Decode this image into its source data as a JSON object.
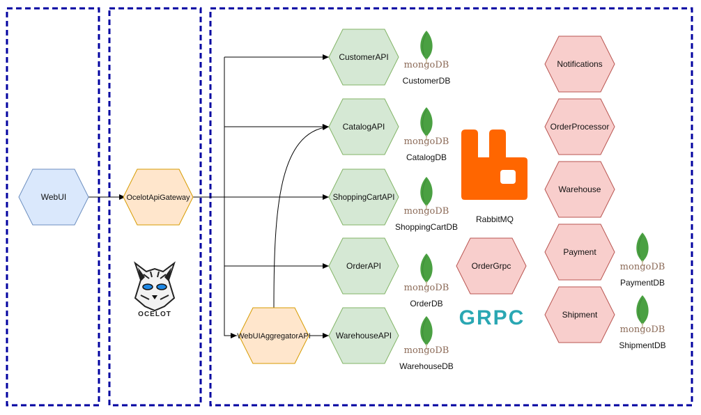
{
  "colors": {
    "frame_border": "#0000a0",
    "blue_fill": "#dae8fc",
    "blue_stroke": "#6c8ebf",
    "orange_fill": "#ffe6cc",
    "orange_stroke": "#d79b00",
    "green_fill": "#d5e8d4",
    "green_stroke": "#82b366",
    "red_fill": "#f8cecc",
    "red_stroke": "#b85450",
    "rabbit": "#ff6600",
    "grpc": "#2aa7b3",
    "mongo_leaf": "#4aa042"
  },
  "nodes": {
    "webui": "WebUI",
    "gateway": "OcelotApiGateway",
    "aggregator": "WebUIAggregatorAPI",
    "customer_api": "CustomerAPI",
    "catalog_api": "CatalogAPI",
    "shoppingcart_api": "ShoppingCartAPI",
    "order_api": "OrderAPI",
    "warehouse_api": "WarehouseAPI",
    "notifications": "Notifications",
    "order_processor": "OrderProcessor",
    "warehouse": "Warehouse",
    "payment": "Payment",
    "shipment": "Shipment",
    "order_grpc": "OrderGrpc"
  },
  "databases": {
    "customer": "CustomerDB",
    "catalog": "CatalogDB",
    "shoppingcart": "ShoppingCartDB",
    "order": "OrderDB",
    "warehouse": "WarehouseDB",
    "payment": "PaymentDB",
    "shipment": "ShipmentDB"
  },
  "logos": {
    "mongodb": "mongoDB",
    "rabbitmq_label": "RabbitMQ",
    "grpc": "GRPC",
    "ocelot": "OCELOT"
  }
}
